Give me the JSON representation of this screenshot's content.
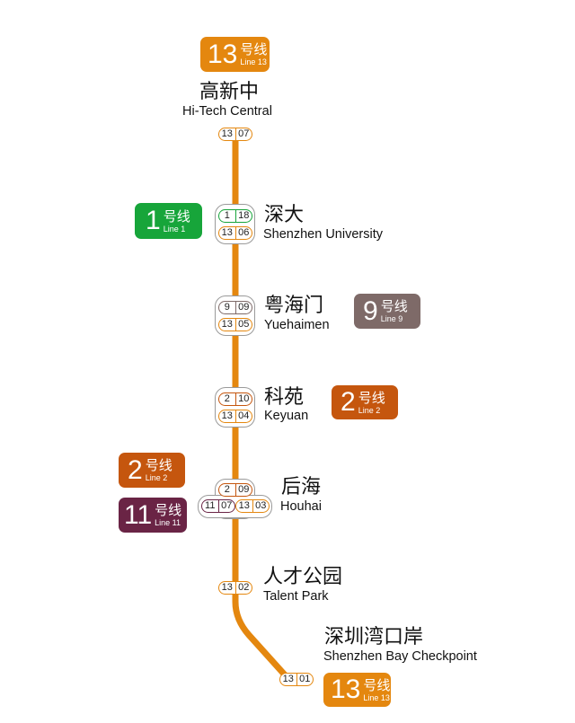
{
  "colors": {
    "line13": "#e4870f",
    "line1": "#17a53a",
    "line9": "#7e6a68",
    "line2": "#c5560e",
    "line11": "#6a2445",
    "interchange_halo": "#9a9a9a"
  },
  "badges": {
    "top_line13": {
      "num": "13",
      "zh": "号线",
      "en": "Line 13"
    },
    "line1": {
      "num": "1",
      "zh": "号线",
      "en": "Line 1"
    },
    "line9": {
      "num": "9",
      "zh": "号线",
      "en": "Line 9"
    },
    "line2_keyuan": {
      "num": "2",
      "zh": "号线",
      "en": "Line 2"
    },
    "line2_houhai": {
      "num": "2",
      "zh": "号线",
      "en": "Line 2"
    },
    "line11": {
      "num": "11",
      "zh": "号线",
      "en": "Line 11"
    },
    "bottom_line13": {
      "num": "13",
      "zh": "号线",
      "en": "Line 13"
    }
  },
  "stations": [
    {
      "zh": "高新中",
      "en": "Hi-Tech Central",
      "codes": [
        {
          "line": "13",
          "num": "07"
        }
      ]
    },
    {
      "zh": "深大",
      "en": "Shenzhen University",
      "codes": [
        {
          "line": "1",
          "num": "18"
        },
        {
          "line": "13",
          "num": "06"
        }
      ]
    },
    {
      "zh": "粤海门",
      "en": "Yuehaimen",
      "codes": [
        {
          "line": "9",
          "num": "09"
        },
        {
          "line": "13",
          "num": "05"
        }
      ]
    },
    {
      "zh": "科苑",
      "en": "Keyuan",
      "codes": [
        {
          "line": "2",
          "num": "10"
        },
        {
          "line": "13",
          "num": "04"
        }
      ]
    },
    {
      "zh": "后海",
      "en": "Houhai",
      "codes": [
        {
          "line": "2",
          "num": "09"
        },
        {
          "line": "11",
          "num": "07"
        },
        {
          "line": "13",
          "num": "03"
        }
      ]
    },
    {
      "zh": "人才公园",
      "en": "Talent Park",
      "codes": [
        {
          "line": "13",
          "num": "02"
        }
      ]
    },
    {
      "zh": "深圳湾口岸",
      "en": "Shenzhen Bay Checkpoint",
      "codes": [
        {
          "line": "13",
          "num": "01"
        }
      ]
    }
  ]
}
